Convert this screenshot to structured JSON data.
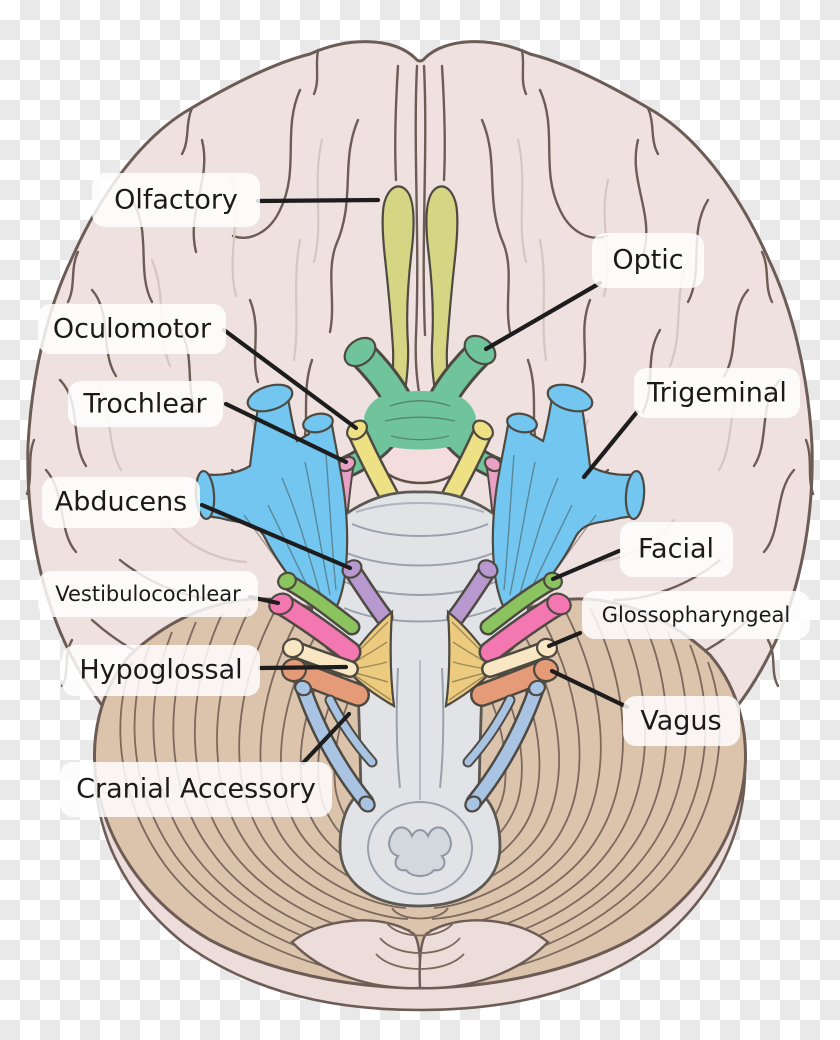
{
  "figure": {
    "subject": "Inferior view of the human brain with cranial nerves",
    "background": "transparency checkerboard"
  },
  "labels": {
    "olfactory": "Olfactory",
    "optic": "Optic",
    "oculomotor": "Oculomotor",
    "trochlear": "Trochlear",
    "trigeminal": "Trigeminal",
    "abducens": "Abducens",
    "facial": "Facial",
    "vestibulocochlear": "Vestibulocochlear",
    "glossopharyngeal": "Glossopharyngeal",
    "hypoglossal": "Hypoglossal",
    "vagus": "Vagus",
    "cranial_accessory": "Cranial Accessory"
  },
  "colors": {
    "olfactory": "#d6d584",
    "optic": "#6fc49c",
    "oculomotor": "#ede085",
    "trochlear": "#e9a0c5",
    "trigeminal": "#72c6ef",
    "abducens": "#b799d0",
    "facial": "#8bc45f",
    "vestibulocochlear": "#f377b0",
    "glossopharyngeal": "#f9e7c3",
    "hypoglossal": "#eccb7e",
    "vagus": "#e59b77",
    "cranial_accessory": "#a9c3e3",
    "cerebrum": "#eee1df",
    "midbrain_oval": "#f3dddd",
    "cerebellum": "#dcc3ab",
    "occipital_rim": "#ecdcda",
    "brainstem": "#e1e3e7",
    "leader_line": "#1d1d1d"
  }
}
